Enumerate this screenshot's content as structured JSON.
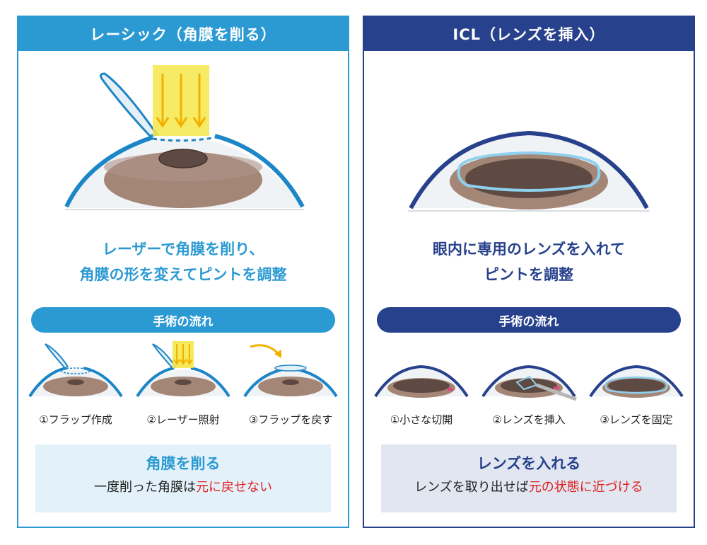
{
  "lasik": {
    "title": "レーシック（角膜を削る）",
    "description_line1": "レーザーで角膜を削り、",
    "description_line2": "角膜の形を変えてピントを調整",
    "flow_title": "手術の流れ",
    "steps": [
      {
        "label": "①フラップ作成"
      },
      {
        "label": "②レーザー照射"
      },
      {
        "label": "③フラップを戻す"
      }
    ],
    "summary_title": "角膜を削る",
    "summary_text_plain": "一度削った角膜は",
    "summary_text_highlight": "元に戻せない"
  },
  "icl": {
    "title": "ICL（レンズを挿入）",
    "description_line1": "眼内に専用のレンズを入れて",
    "description_line2": "ピントを調整",
    "flow_title": "手術の流れ",
    "steps": [
      {
        "label": "①小さな切開"
      },
      {
        "label": "②レンズを挿入"
      },
      {
        "label": "③レンズを固定"
      }
    ],
    "summary_title": "レンズを入れる",
    "summary_text_plain": "レンズを取り出せば",
    "summary_text_highlight": "元の状態に近づける"
  },
  "colors": {
    "lasik_accent": "#2c9ad2",
    "icl_accent": "#27418c",
    "highlight_red": "#e02020",
    "iris_brown": "#a48676",
    "pupil_dark": "#5e4a42",
    "laser_yellow": "#f6e74a"
  }
}
